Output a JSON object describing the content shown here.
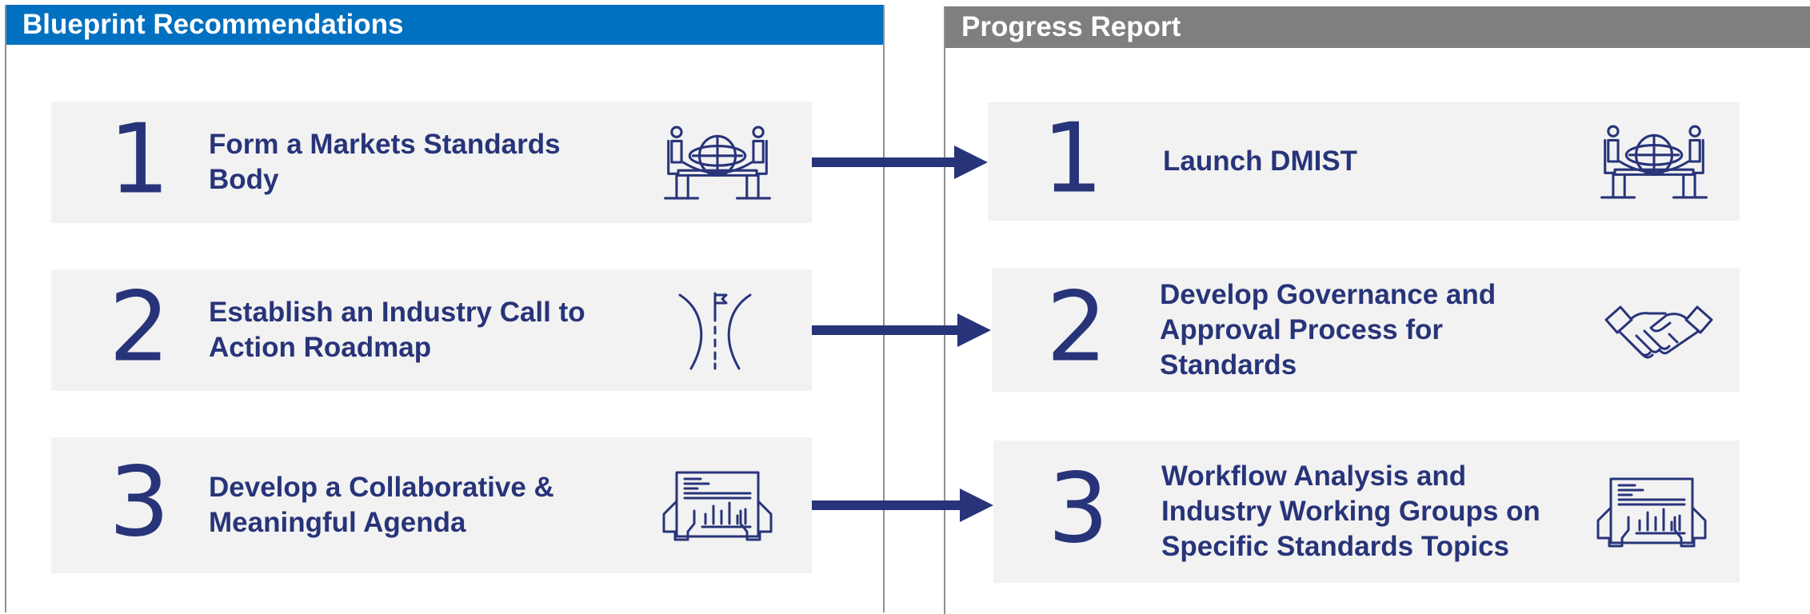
{
  "left_panel": {
    "title": "Blueprint Recommendations",
    "items": [
      {
        "number": "1",
        "text": "Form a Markets Standards Body",
        "icon": "meeting-table-icon"
      },
      {
        "number": "2",
        "text": "Establish an Industry Call to Action Roadmap",
        "icon": "roadmap-flag-icon"
      },
      {
        "number": "3",
        "text": "Develop a Collaborative & Meaningful Agenda",
        "icon": "agenda-chart-icon"
      }
    ]
  },
  "right_panel": {
    "title": "Progress Report",
    "items": [
      {
        "number": "1",
        "text": "Launch DMIST",
        "icon": "meeting-table-icon"
      },
      {
        "number": "2",
        "text": "Develop Governance and Approval Process for Standards",
        "icon": "handshake-icon"
      },
      {
        "number": "3",
        "text": "Workflow Analysis and Industry Working Groups on Specific Standards Topics",
        "icon": "agenda-chart-icon"
      }
    ]
  },
  "colors": {
    "left_header": "#0070c0",
    "right_header": "#7f7f7f",
    "card_bg": "#f2f2f2",
    "text_navy": "#283479",
    "arrow_navy": "#283479"
  }
}
